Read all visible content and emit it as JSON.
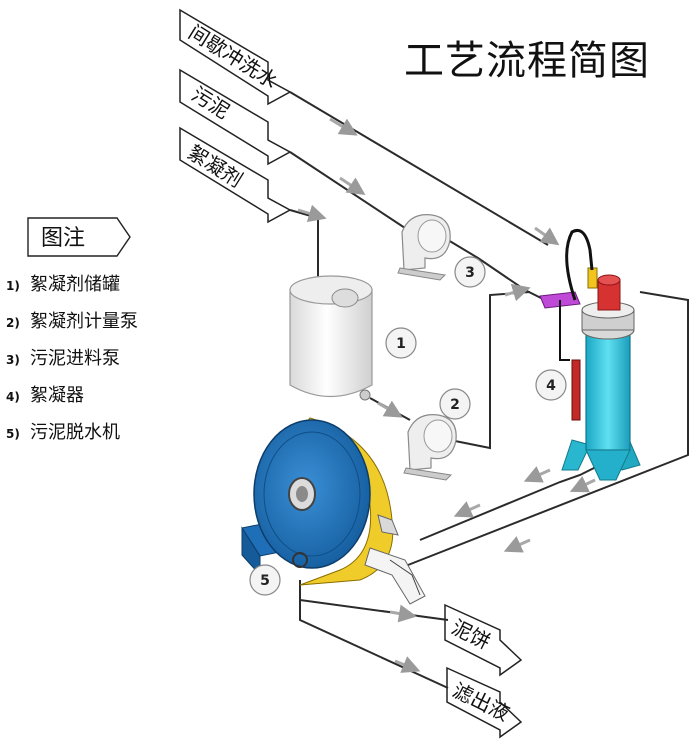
{
  "title": "工艺流程简图",
  "inputs": {
    "water": "间歇冲洗水",
    "sludge": "污泥",
    "flocculant": "絮凝剂"
  },
  "outputs": {
    "cake": "泥饼",
    "filtrate": "滤出液"
  },
  "legend": {
    "heading": "图注",
    "items": [
      {
        "num": "1)",
        "name": "絮凝剂储罐"
      },
      {
        "num": "2)",
        "name": "絮凝剂计量泵"
      },
      {
        "num": "3)",
        "name": "污泥进料泵"
      },
      {
        "num": "4)",
        "name": "絮凝器"
      },
      {
        "num": "5)",
        "name": "污泥脱水机"
      }
    ]
  },
  "badges": {
    "b1": "1",
    "b2": "2",
    "b3": "3",
    "b4": "4",
    "b5": "5"
  },
  "colors": {
    "pipe": "#2b2b2b",
    "equipment_blue": "#1a6fb5",
    "flocculator_cyan": "#2ec4dc",
    "belt_yellow": "#f0cc2a",
    "tank_fill": "#f2f2f2",
    "arrow_grey": "#a8a8a8"
  }
}
